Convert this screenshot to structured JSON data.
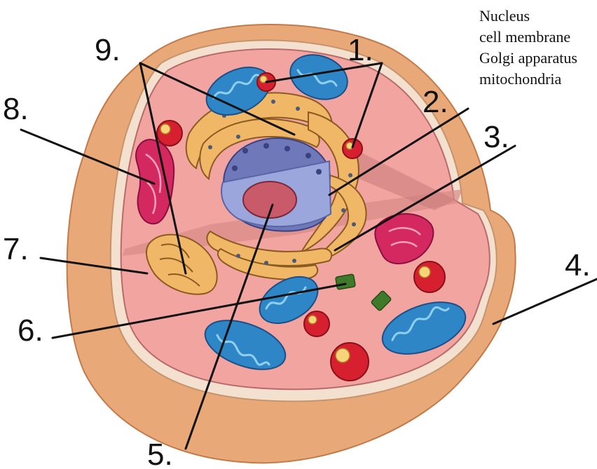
{
  "legend": {
    "items": [
      "Nucleus",
      "cell membrane",
      "Golgi apparatus",
      "mitochondria"
    ]
  },
  "labels": [
    "1.",
    "2.",
    "3.",
    "4.",
    "5.",
    "6.",
    "7.",
    "8.",
    "9."
  ],
  "colors": {
    "cytoplasm": "#f2a5a0",
    "outer_shell": "#e8a878",
    "membrane": "#f4e0cf",
    "nucleus_outer": "#6f78b8",
    "nucleus_cut": "#9aa6dc",
    "nucleolus": "#c95a6a",
    "mitochondria": "#2f86c6",
    "golgi": "#f0b866",
    "vesicle": "#d62030",
    "rough_er": "#d42860",
    "centriole": "#3f7a2a"
  }
}
